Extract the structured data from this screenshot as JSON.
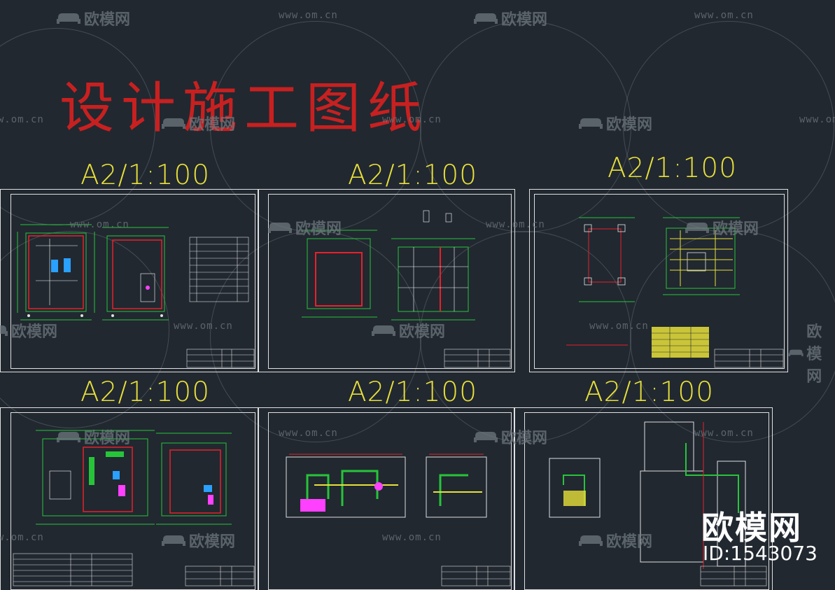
{
  "title": "设计施工图纸",
  "scale_label": "A2/1:100",
  "watermark": {
    "url": "www.om.cn",
    "brand": "欧模网"
  },
  "badge": {
    "brand": "欧模网",
    "id": "ID:1543073"
  },
  "sheets": [
    {
      "scale": "A2/1:100",
      "content": "floor plans with schedule table"
    },
    {
      "scale": "A2/1:100",
      "content": "floor plan and section"
    },
    {
      "scale": "A2/1:100",
      "content": "structural plan and framing plan"
    },
    {
      "scale": "A2/1:100",
      "content": "equipment layout plans"
    },
    {
      "scale": "A2/1:100",
      "content": "piping elevation"
    },
    {
      "scale": "A2/1:100",
      "content": "section with cooling tower"
    }
  ],
  "colors": {
    "background": "#212830",
    "title": "#c82020",
    "scale": "#e8e03a",
    "sheet_border": "#e0e0e0",
    "dimension": "#27c43a",
    "wall": "#e8202a",
    "equipment": "#ff40ff"
  }
}
